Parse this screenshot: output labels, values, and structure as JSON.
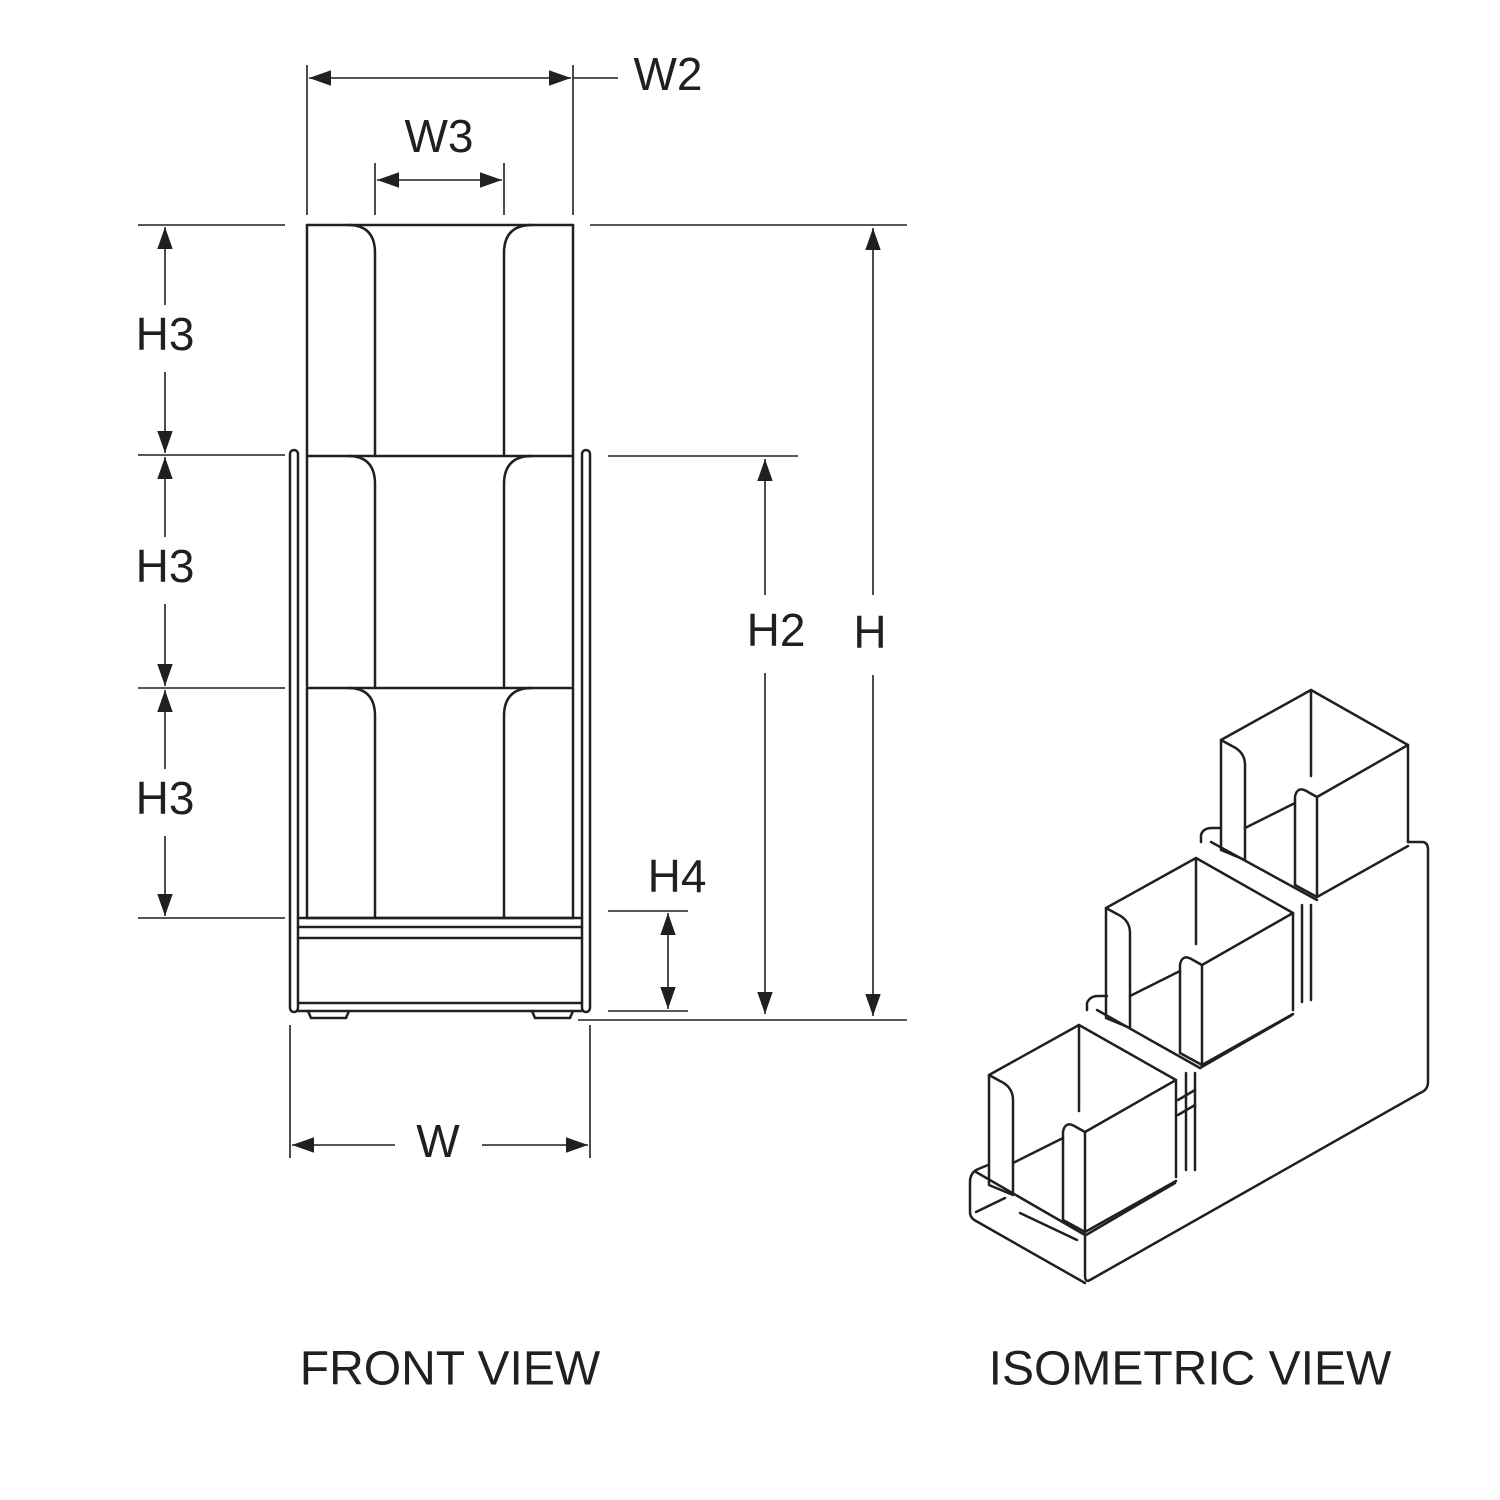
{
  "dimensions": {
    "w2": "W2",
    "w3": "W3",
    "h3_top": "H3",
    "h3_middle": "H3",
    "h3_bottom": "H3",
    "h2": "H2",
    "h": "H",
    "h4": "H4",
    "w": "W"
  },
  "captions": {
    "front": "FRONT VIEW",
    "isometric": "ISOMETRIC VIEW"
  },
  "colors": {
    "line": "#231f20",
    "background": "#ffffff"
  }
}
